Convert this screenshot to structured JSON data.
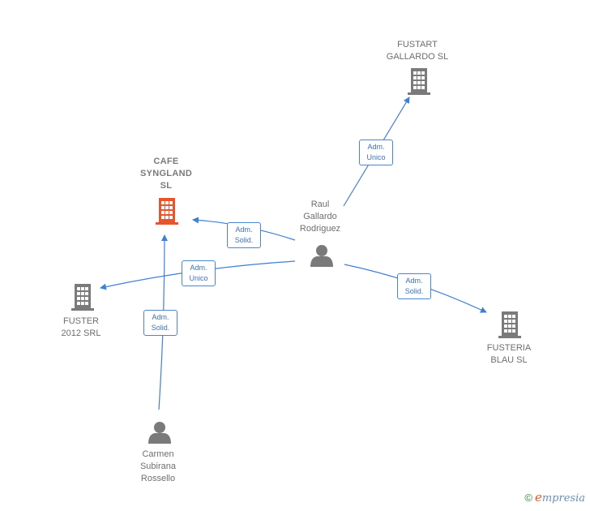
{
  "colors": {
    "edge": "#3f7fd4",
    "company": "#7a7a7a",
    "company_main": "#e8552d",
    "person": "#7a7a7a"
  },
  "nodes": {
    "fustart": {
      "lines": [
        "FUSTART",
        "GALLARDO  SL"
      ],
      "icon": "building-icon"
    },
    "cafe": {
      "lines": [
        "CAFE",
        "SYNGLAND",
        "SL"
      ],
      "icon": "building-icon"
    },
    "raul": {
      "lines": [
        "Raul",
        "Gallardo",
        "Rodriguez"
      ],
      "icon": "person-icon"
    },
    "fuster": {
      "lines": [
        "FUSTER",
        "2012 SRL"
      ],
      "icon": "building-icon"
    },
    "fusteria": {
      "lines": [
        "FUSTERIA",
        "BLAU SL"
      ],
      "icon": "building-icon"
    },
    "carmen": {
      "lines": [
        "Carmen",
        "Subirana",
        "Rossello"
      ],
      "icon": "person-icon"
    }
  },
  "edges": {
    "raul_fustart": {
      "lines": [
        "Adm.",
        "Unico"
      ]
    },
    "raul_cafe": {
      "lines": [
        "Adm.",
        "Solid."
      ]
    },
    "raul_fuster": {
      "lines": [
        "Adm.",
        "Unico"
      ]
    },
    "raul_fusteria": {
      "lines": [
        "Adm.",
        "Solid."
      ]
    },
    "carmen_cafe": {
      "lines": [
        "Adm.",
        "Solid."
      ]
    }
  },
  "footer": {
    "symbol": "©",
    "brand_first": "e",
    "brand_rest": "mpresia"
  }
}
